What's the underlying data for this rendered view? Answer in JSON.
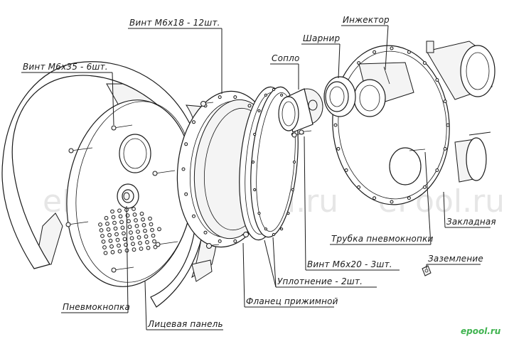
{
  "labels": {
    "vint_m6x18": "Винт М6х18 - 12шт.",
    "injector": "Инжектор",
    "sharnir": "Шарнир",
    "soplo": "Сопло",
    "vint_m6x35": "Винт М6х35 - 6шт.",
    "zakladnaya": "Закладная",
    "trubka": "Трубка пневмокнопки",
    "zazemlenie": "Заземление",
    "vint_m6x20": "Винт М6х20 - 3шт.",
    "uplotnenie": "Уплотнение - 2шт.",
    "pnevmoknopka": "Пневмокнопка",
    "flanec": "Фланец прижимной",
    "licevaya": "Лицевая панель"
  },
  "watermarks": {
    "w1": "ePool.ru",
    "w2": "ePool.ru",
    "w3": "ePool.ru",
    "corner": "epool.ru"
  },
  "colors": {
    "line": "#1a1a1a",
    "watermark": "#e6e6e6",
    "brand": "#3fb34f"
  }
}
